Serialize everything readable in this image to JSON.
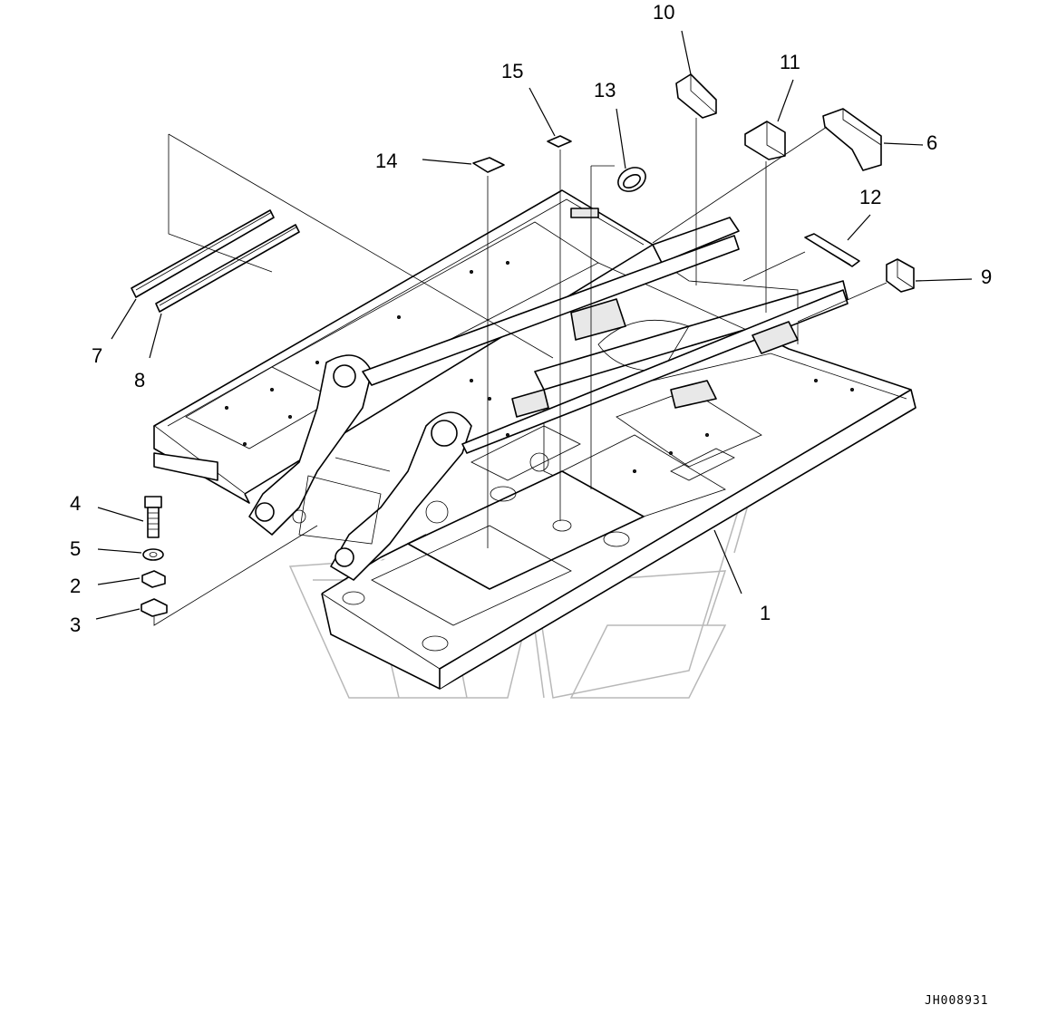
{
  "callouts": [
    {
      "id": "callout-1",
      "label": "1"
    },
    {
      "id": "callout-2",
      "label": "2"
    },
    {
      "id": "callout-3",
      "label": "3"
    },
    {
      "id": "callout-4",
      "label": "4"
    },
    {
      "id": "callout-5",
      "label": "5"
    },
    {
      "id": "callout-6",
      "label": "6"
    },
    {
      "id": "callout-7",
      "label": "7"
    },
    {
      "id": "callout-8",
      "label": "8"
    },
    {
      "id": "callout-9",
      "label": "9"
    },
    {
      "id": "callout-10",
      "label": "10"
    },
    {
      "id": "callout-11",
      "label": "11"
    },
    {
      "id": "callout-12",
      "label": "12"
    },
    {
      "id": "callout-13",
      "label": "13"
    },
    {
      "id": "callout-14",
      "label": "14"
    },
    {
      "id": "callout-15",
      "label": "15"
    }
  ],
  "document_id": "JH008931",
  "colors": {
    "line": "#000000",
    "background": "#ffffff",
    "watermark": "#b8b8b8"
  }
}
